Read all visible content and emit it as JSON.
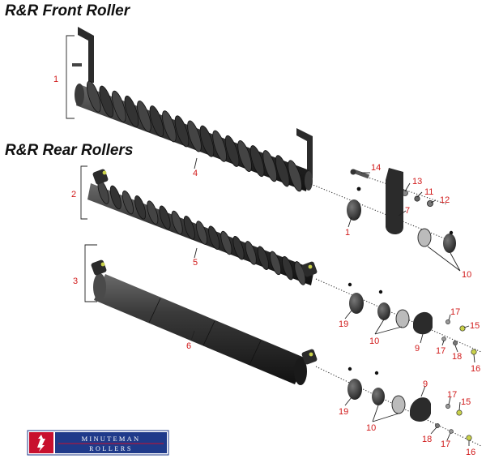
{
  "titles": {
    "front": "R&R Front Roller",
    "rear": "R&R Rear Rollers"
  },
  "callouts": [
    "1",
    "4",
    "2",
    "14",
    "13",
    "11",
    "12",
    "7",
    "1",
    "5",
    "10",
    "3",
    "19",
    "10",
    "17",
    "15",
    "9",
    "17",
    "18",
    "16",
    "6",
    "19",
    "9",
    "17",
    "15",
    "10",
    "18",
    "17",
    "16"
  ],
  "logo": {
    "line1": "MINUTEMAN",
    "line2": "ROLLERS"
  },
  "colors": {
    "callout": "#d11a1a",
    "part": "#2b2b2b",
    "logo_blue": "#1f3a8a",
    "logo_red": "#c8102e"
  }
}
